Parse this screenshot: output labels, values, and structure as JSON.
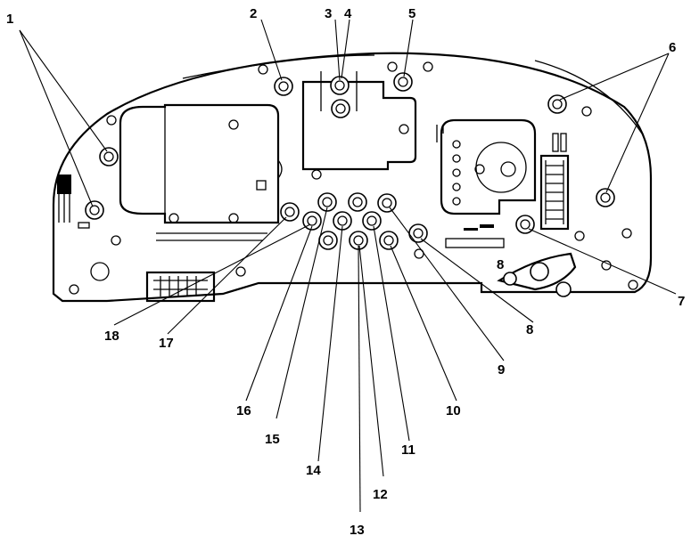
{
  "callouts": [
    {
      "id": "1",
      "text": "1"
    },
    {
      "id": "2",
      "text": "2"
    },
    {
      "id": "3",
      "text": "3"
    },
    {
      "id": "4",
      "text": "4"
    },
    {
      "id": "5",
      "text": "5"
    },
    {
      "id": "6",
      "text": "6"
    },
    {
      "id": "7",
      "text": "7"
    },
    {
      "id": "8",
      "text": "8"
    },
    {
      "id": "9",
      "text": "9"
    },
    {
      "id": "10",
      "text": "10"
    },
    {
      "id": "11",
      "text": "11"
    },
    {
      "id": "12",
      "text": "12"
    },
    {
      "id": "13",
      "text": "13"
    },
    {
      "id": "14",
      "text": "14"
    },
    {
      "id": "15",
      "text": "15"
    },
    {
      "id": "16",
      "text": "16"
    },
    {
      "id": "17",
      "text": "17"
    },
    {
      "id": "18",
      "text": "18"
    }
  ],
  "board_mark": "8"
}
